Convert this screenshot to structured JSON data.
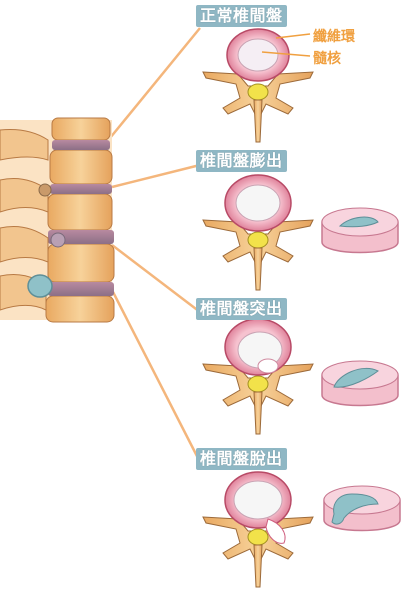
{
  "labels": {
    "normal": "正常椎間盤",
    "bulge": "椎間盤膨出",
    "protrusion": "椎間盤突出",
    "extrusion": "椎間盤脫出"
  },
  "annotations": {
    "annulus": "纖維環",
    "nucleus": "髓核"
  },
  "colors": {
    "label_bg": "#8fb7c4",
    "leader_line": "#f0b070",
    "annotation_text": "#f0a040",
    "bone": "#f0c080",
    "annulus": "#e08aa0",
    "nucleus": "#f6f6f6"
  }
}
